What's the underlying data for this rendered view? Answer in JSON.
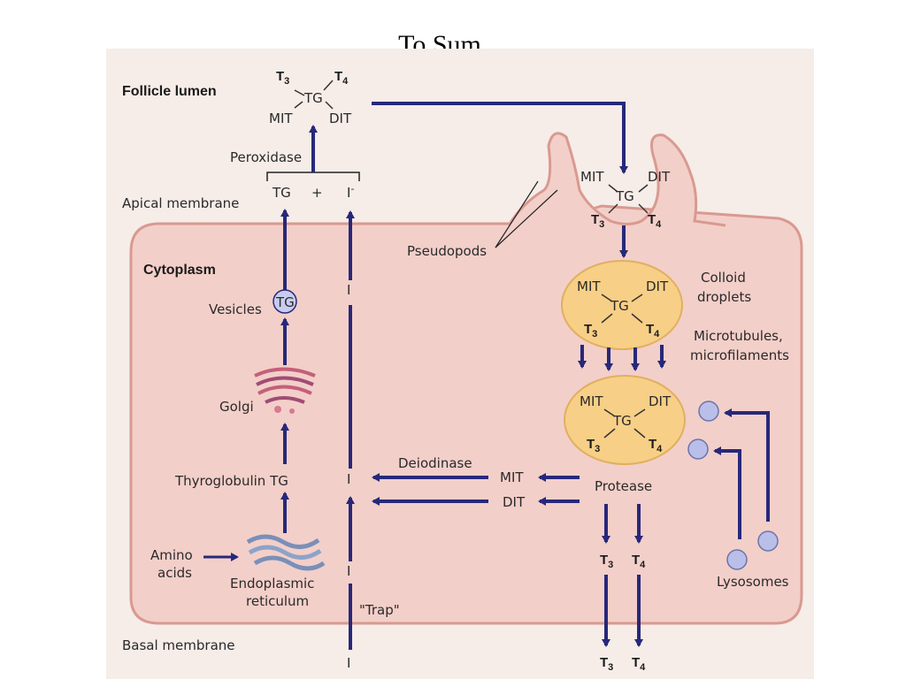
{
  "slide": {
    "title": "To Sum…"
  },
  "regions": {
    "follicle_lumen": "Follicle lumen",
    "apical_membrane": "Apical membrane",
    "cytoplasm": "Cytoplasm",
    "basal_membrane": "Basal membrane"
  },
  "molecule": {
    "center": "TG",
    "mit": "MIT",
    "dit": "DIT",
    "t3_base": "T",
    "t3_sub": "3",
    "t4_base": "T",
    "t4_sub": "4"
  },
  "synthesis": {
    "peroxidase": "Peroxidase",
    "tg": "TG",
    "plus": "+",
    "iodide": "I",
    "iodide_sup": "-",
    "vesicles": "Vesicles",
    "golgi": "Golgi",
    "thyroglobulin": "Thyroglobulin TG",
    "amino_acids_1": "Amino",
    "amino_acids_2": "acids",
    "er_1": "Endoplasmic",
    "er_2": "reticulum",
    "trap": "\"Trap\""
  },
  "resorption": {
    "pseudopods": "Pseudopods",
    "colloid_1": "Colloid",
    "colloid_2": "droplets",
    "microtubules_1": "Microtubules,",
    "microtubules_2": "microfilaments",
    "protease": "Protease",
    "deiodinase": "Deiodinase",
    "mit": "MIT",
    "dit": "DIT",
    "lysosomes": "Lysosomes"
  },
  "colors": {
    "arrow": "#27287a",
    "cell_fill": "#f3cfc9",
    "cell_border": "#d89a90",
    "droplet": "#f7cf86",
    "lysosome": "#b9bfe8"
  }
}
